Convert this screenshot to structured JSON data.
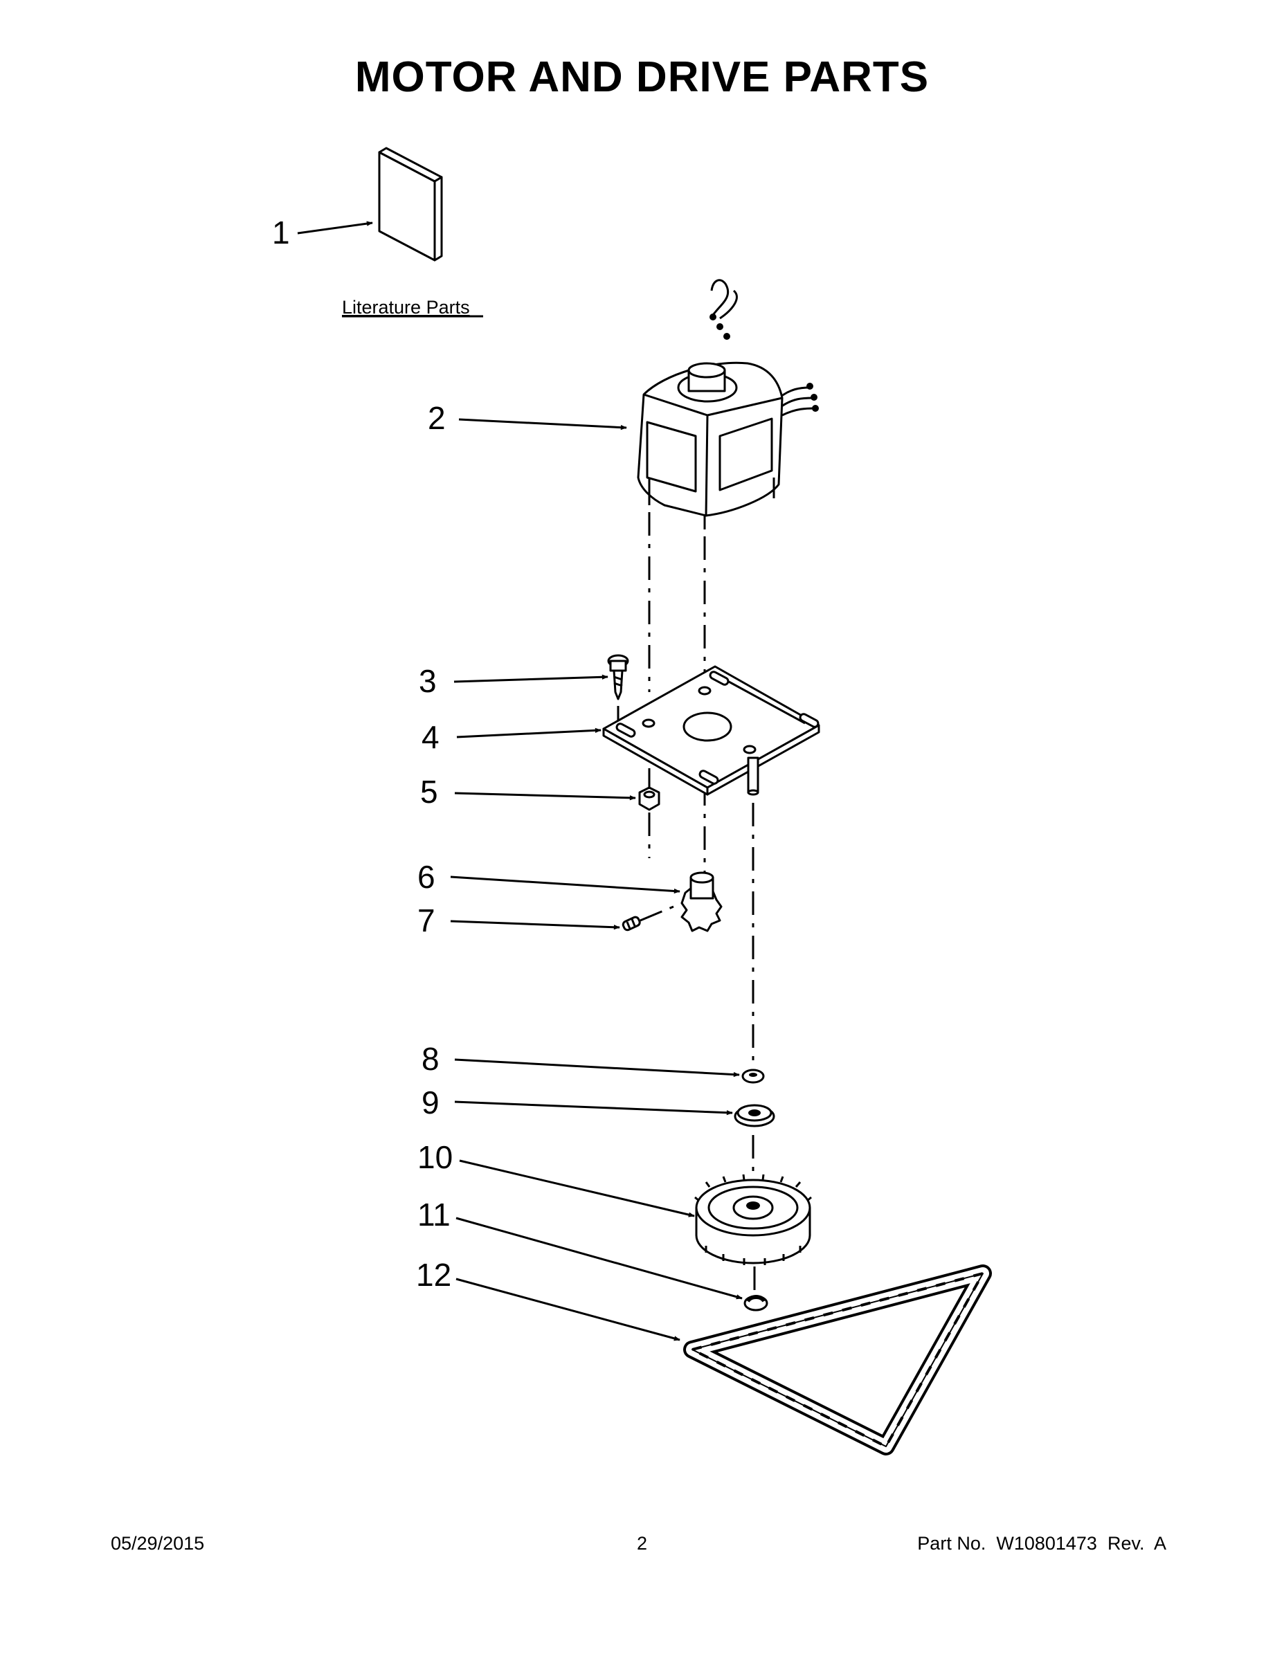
{
  "title": "MOTOR AND DRIVE PARTS",
  "literature_label": "Literature Parts",
  "callouts": [
    "1",
    "2",
    "3",
    "4",
    "5",
    "6",
    "7",
    "8",
    "9",
    "10",
    "11",
    "12"
  ],
  "footer": {
    "date": "05/29/2015",
    "page": "2",
    "part_no": "Part No.  W10801473  Rev.  A"
  }
}
